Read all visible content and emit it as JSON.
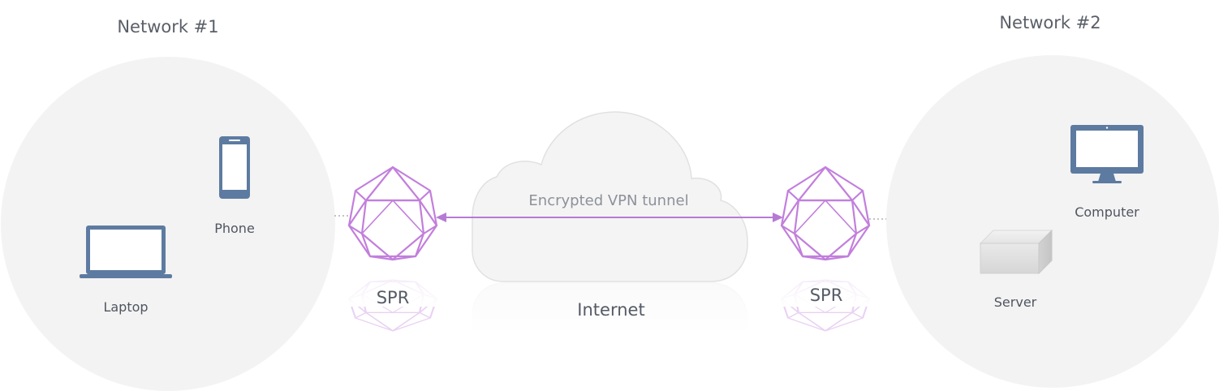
{
  "network1": {
    "title": "Network #1",
    "devices": [
      {
        "label": "Phone",
        "icon": "phone-icon"
      },
      {
        "label": "Laptop",
        "icon": "laptop-icon"
      }
    ]
  },
  "network2": {
    "title": "Network #2",
    "devices": [
      {
        "label": "Computer",
        "icon": "monitor-icon"
      },
      {
        "label": "Server",
        "icon": "server-icon"
      }
    ]
  },
  "spr_left": {
    "label": "SPR",
    "icon": "icosahedron-icon"
  },
  "spr_right": {
    "label": "SPR",
    "icon": "icosahedron-icon"
  },
  "internet": {
    "label": "Internet",
    "icon": "cloud-icon"
  },
  "tunnel": {
    "label": "Encrypted VPN tunnel"
  },
  "colors": {
    "network_bg": "#f3f3f3",
    "device": "#5d7ba1",
    "spr": "#c27fdc",
    "tunnel": "#b57bd4",
    "cloud_fill": "#f4f4f4",
    "cloud_stroke": "#e1e1e1",
    "text": "#555b66"
  }
}
